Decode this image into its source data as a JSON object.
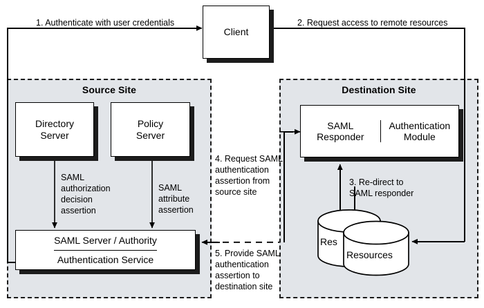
{
  "diagram": {
    "title": "SAML single sign-on flow between source site and destination site",
    "colors": {
      "region_fill": "#e2e5e9",
      "stroke": "#000000",
      "shadow": "#1c1c1c",
      "node_fill": "#ffffff"
    }
  },
  "regions": [
    {
      "id": "source",
      "label": "Source Site"
    },
    {
      "id": "destination",
      "label": "Destination Site"
    }
  ],
  "nodes": {
    "client": {
      "label": "Client"
    },
    "directory_server": {
      "label": "Directory\nServer"
    },
    "policy_server": {
      "label": "Policy\nServer"
    },
    "saml_server": {
      "label": "SAML Server / Authority"
    },
    "auth_service": {
      "label": "Authentication Service"
    },
    "saml_responder": {
      "label": "SAML\nResponder"
    },
    "auth_module": {
      "label": "Authentication\nModule"
    },
    "resources_back": {
      "label": "Res"
    },
    "resources_front": {
      "label": "Resources"
    }
  },
  "steps": [
    {
      "number": "1",
      "text": "1. Authenticate with user credentials"
    },
    {
      "number": "2",
      "text": "2. Request access to remote resources"
    },
    {
      "number": "3",
      "text": "3. Re-direct to\nSAML responder"
    },
    {
      "number": "4",
      "text": "4. Request SAML\nauthentication\nassertion from\nsource site"
    },
    {
      "number": "5",
      "text": "5. Provide SAML\nauthentication\nassertion to\ndestination site"
    }
  ],
  "assertions": [
    {
      "id": "authz",
      "text": "SAML\nauthorization\ndecision\nassertion"
    },
    {
      "id": "attr",
      "text": "SAML\nattribute\nassertion"
    }
  ]
}
